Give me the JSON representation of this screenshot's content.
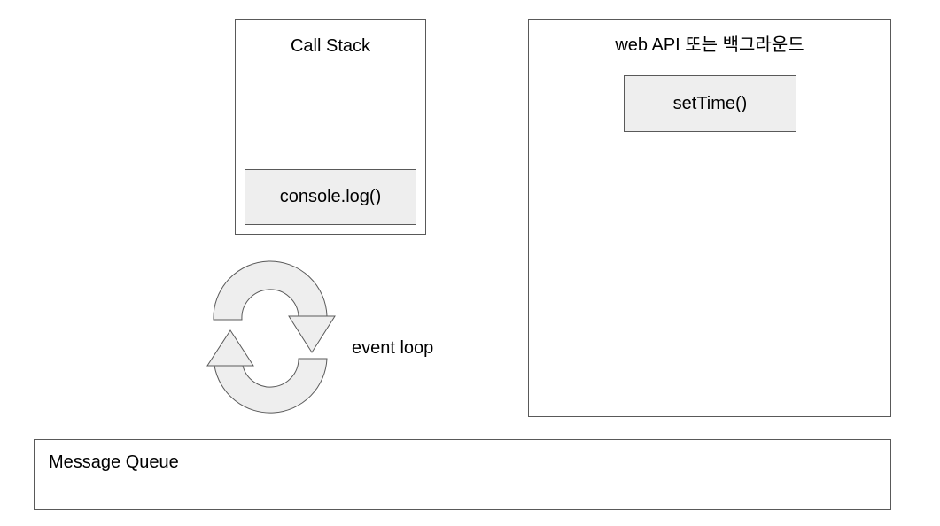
{
  "call_stack": {
    "title": "Call Stack",
    "items": [
      "console.log()"
    ]
  },
  "web_api": {
    "title": "web API 또는 백그라운드",
    "items": [
      "setTime()"
    ]
  },
  "event_loop": {
    "label": "event loop",
    "icon": "refresh-cycle-icon"
  },
  "message_queue": {
    "title": "Message Queue"
  },
  "colors": {
    "border": "#595959",
    "item_fill": "#eeeeee",
    "background": "#ffffff"
  }
}
